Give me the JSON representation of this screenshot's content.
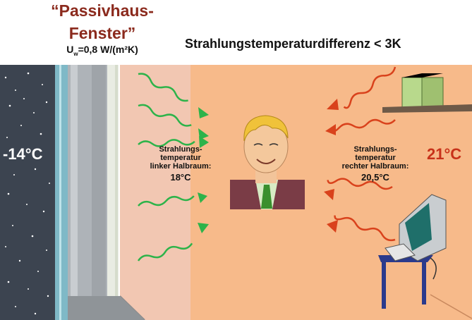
{
  "title": {
    "line1": "“Passivhaus-",
    "line2": "Fenster”"
  },
  "uw_prefix": "U",
  "uw_sub": "w",
  "uw_rest": "=0,8 W/(m²K)",
  "headline": "Strahlungstemperaturdifferenz < 3K",
  "outside_temp": "-14°C",
  "room_temp": "21°C",
  "left_half": {
    "line1": "Strahlungs-",
    "line2": "temperatur",
    "line3": "linker Halbraum:",
    "value": "18°C"
  },
  "right_half": {
    "line1": "Strahlungs-",
    "line2": "temperatur",
    "line3": "rechter Halbraum:",
    "value": "20,5°C"
  },
  "colors": {
    "title": "#8b2a1d",
    "room": "#f7ba8a",
    "window_zone": "#f2c7b2",
    "night": "#3c4450",
    "green_arrow": "#2db34a",
    "red_arrow": "#d9421c",
    "room_temp": "#c8321a"
  }
}
